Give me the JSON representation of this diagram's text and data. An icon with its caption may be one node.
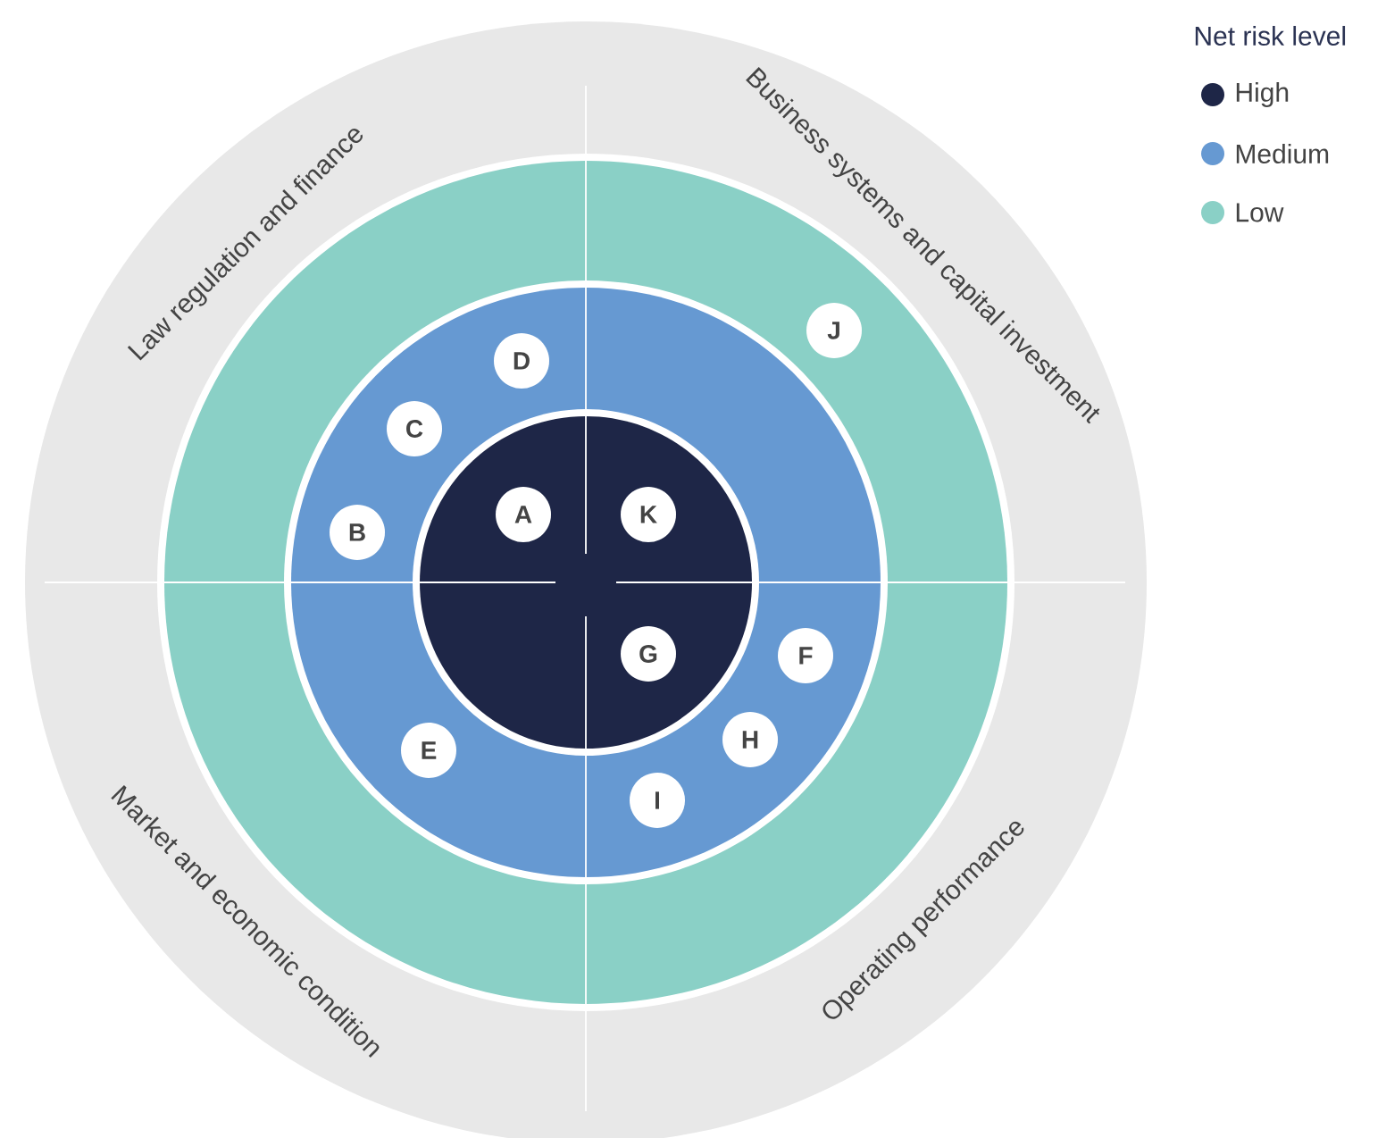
{
  "diagram": {
    "nodes": [
      {
        "text": [
          "J"
        ]
      },
      {
        "text": [
          "D"
        ]
      },
      {
        "text": [
          "C"
        ]
      },
      {
        "text": [
          "A"
        ]
      },
      {
        "text": [
          "K"
        ]
      },
      {
        "text": [
          "B"
        ]
      },
      {
        "text": [
          "G"
        ]
      },
      {
        "text": [
          "F"
        ]
      },
      {
        "text": [
          "H"
        ]
      },
      {
        "text": [
          "E"
        ]
      },
      {
        "text": [
          "I"
        ]
      }
    ],
    "labels": [
      "Law regulation and finance",
      "Business systems and capital investment",
      "Market and economic condition",
      "Operating performance",
      "Net risk level"
    ],
    "legend": [
      {
        "text": "High",
        "color": "#1e2647"
      },
      {
        "text": "Medium",
        "color": "#6699d2"
      },
      {
        "text": "Low",
        "color": "#8ad0c6"
      }
    ]
  }
}
